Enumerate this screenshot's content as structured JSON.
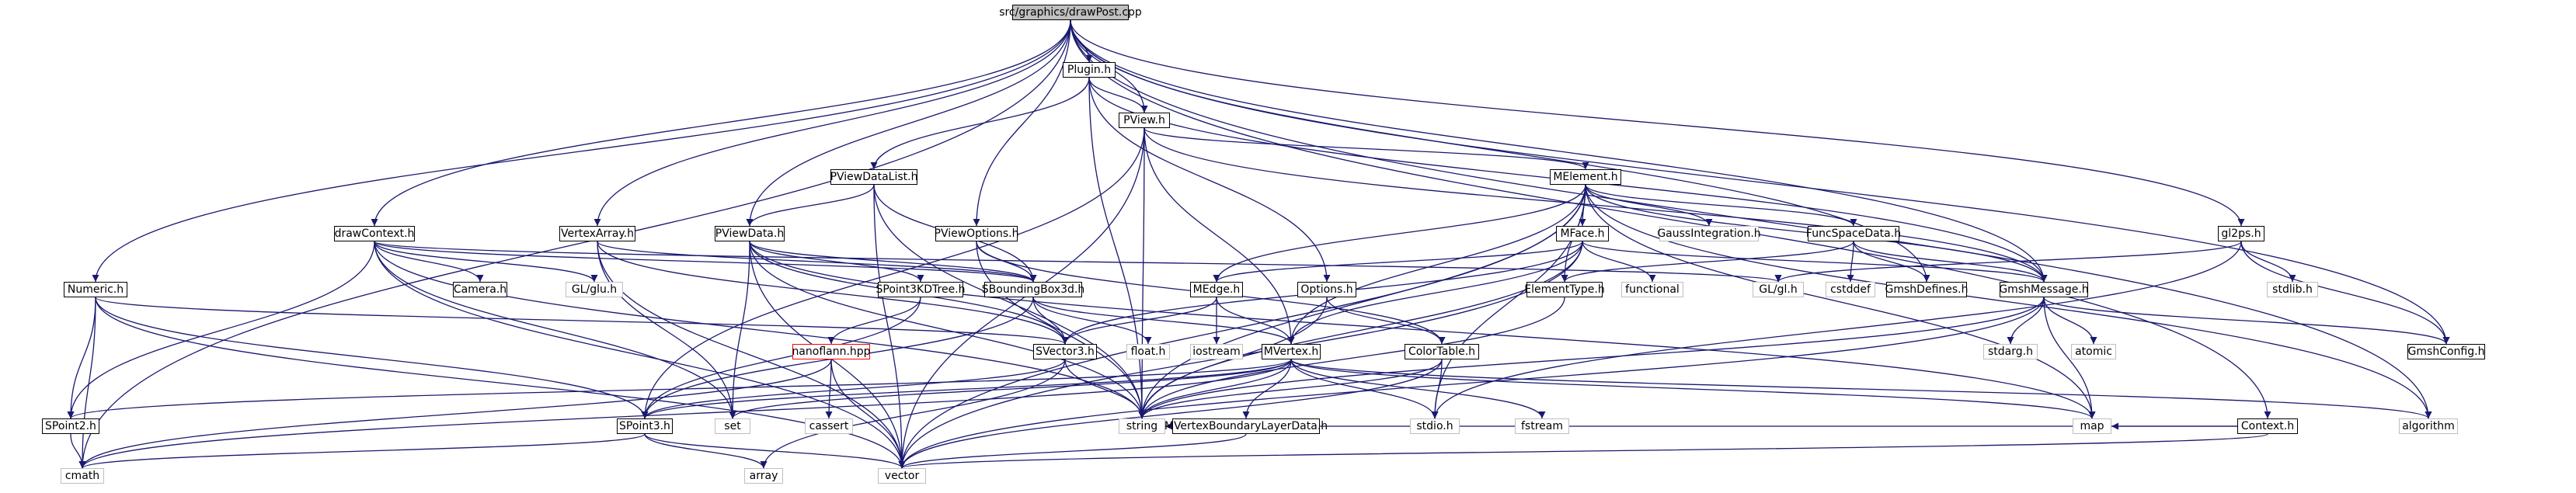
{
  "nodes": {
    "drawPost": "src/graphics/drawPost.cpp",
    "pluginH": "Plugin.h",
    "pviewH": "PView.h",
    "pviewDataListH": "PViewDataList.h",
    "pviewOptionsH": "PViewOptions.h",
    "pviewDataH": "PViewData.h",
    "vertexArrayH": "VertexArray.h",
    "drawContextH": "drawContext.h",
    "numericH": "Numeric.h",
    "gl2psH": "gl2ps.h",
    "contextH": "Context.h",
    "melementH": "MElement.h",
    "mfaceH": "MFace.h",
    "funcSpaceDataH": "FuncSpaceData.h",
    "gaussIntegrationH": "GaussIntegration.h",
    "meEdgeH": "MEdge.h",
    "optionsH": "Options.h",
    "elementTypeH": "ElementType.h",
    "gmshDefinesH": "GmshDefines.h",
    "gmshMessageH": "GmshMessage.h",
    "gmshConfigH": "GmshConfig.h",
    "glglH": "GL/gl.h",
    "glgluH": "GL/glu.h",
    "cameraH": "Camera.h",
    "spoint3kdtreeH": "SPoint3KDTree.h",
    "sboundingbox3dH": "SBoundingBox3d.h",
    "svector3H": "SVector3.h",
    "nanoflann": "nanoflann.hpp",
    "mvertexH": "MVertex.h",
    "colorTableH": "ColorTable.h",
    "mvertexBLDataH": "MVertexBoundaryLayerData.h",
    "spoint2H": "SPoint2.h",
    "spoint3H": "SPoint3.h",
    "set": "set",
    "string": "string",
    "stdio": "stdio.h",
    "fstream": "fstream",
    "map": "map",
    "algorithm": "algorithm",
    "vector": "vector",
    "cmath": "cmath",
    "array": "array",
    "cassert": "cassert",
    "iostream": "iostream",
    "floatH": "float.h",
    "functional": "functional",
    "cstddef": "cstddef",
    "stdargH": "stdarg.h",
    "atomic": "atomic",
    "stdlibH": "stdlib.h"
  }
}
